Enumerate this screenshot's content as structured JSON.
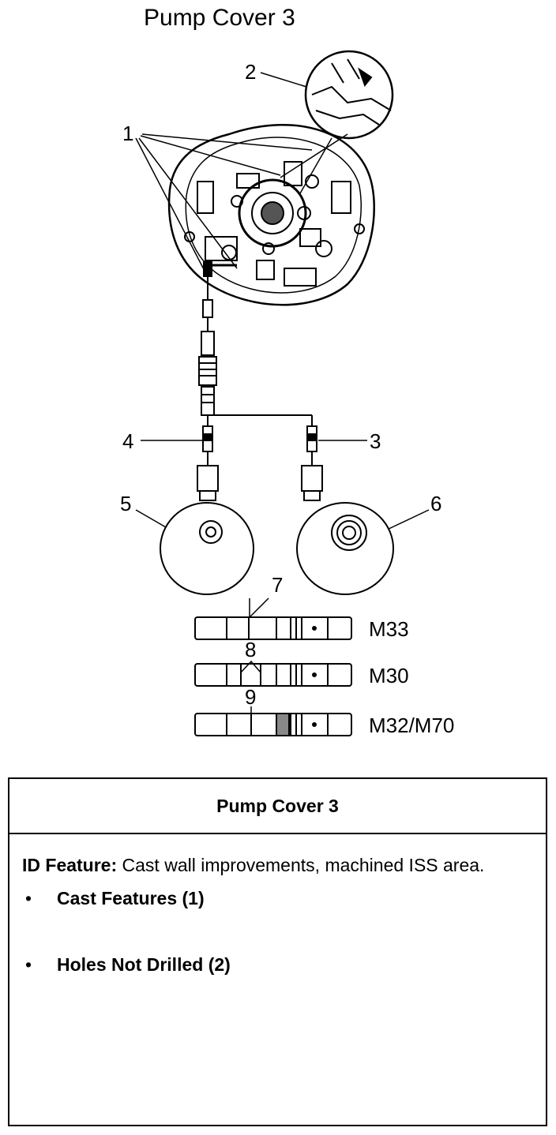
{
  "title": "Pump Cover 3",
  "callouts": {
    "c1": "1",
    "c2": "2",
    "c3": "3",
    "c4": "4",
    "c5": "5",
    "c6": "6",
    "c7": "7",
    "c8": "8",
    "c9": "9"
  },
  "models": {
    "m33": "M33",
    "m30": "M30",
    "m32": "M32/M70"
  },
  "table": {
    "header": "Pump Cover 3",
    "id_label": "ID Feature:",
    "id_text": " Cast wall improvements, machined ISS area.",
    "bullets": [
      {
        "symbol": "•",
        "text": "Cast Features (1)"
      },
      {
        "symbol": "•",
        "text": "Holes Not Drilled (2)"
      }
    ]
  }
}
